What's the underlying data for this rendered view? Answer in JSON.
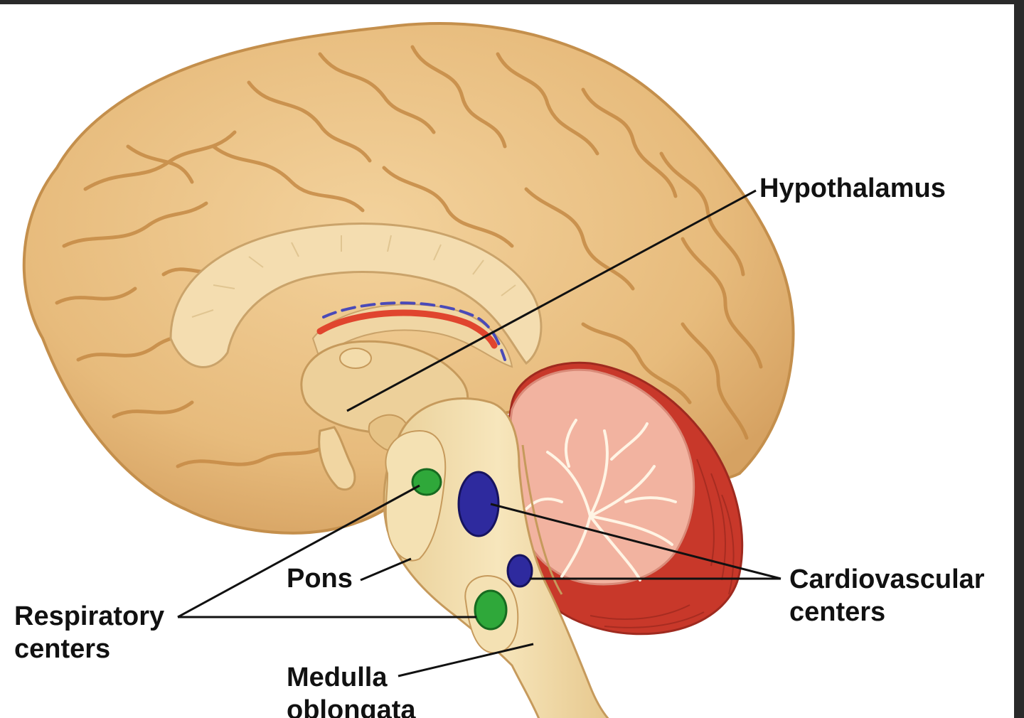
{
  "labels": {
    "hypothalamus": "Hypothalamus",
    "cardiovascular": [
      "Cardiovascular",
      "centers"
    ],
    "pons": "Pons",
    "respiratory": [
      "Respiratory",
      "centers"
    ],
    "medulla": [
      "Medulla",
      "oblongata"
    ]
  },
  "colors": {
    "cerebrum": "#e9bf82",
    "cerebrum_shadow": "#c99552",
    "brainstem": "#f3deae",
    "cerebellum": "#f2b3a0",
    "cerebellum_outer": "#c8382a",
    "respiratory_center": "#2fa83a",
    "cardiovascular_center": "#2e2a9e"
  }
}
